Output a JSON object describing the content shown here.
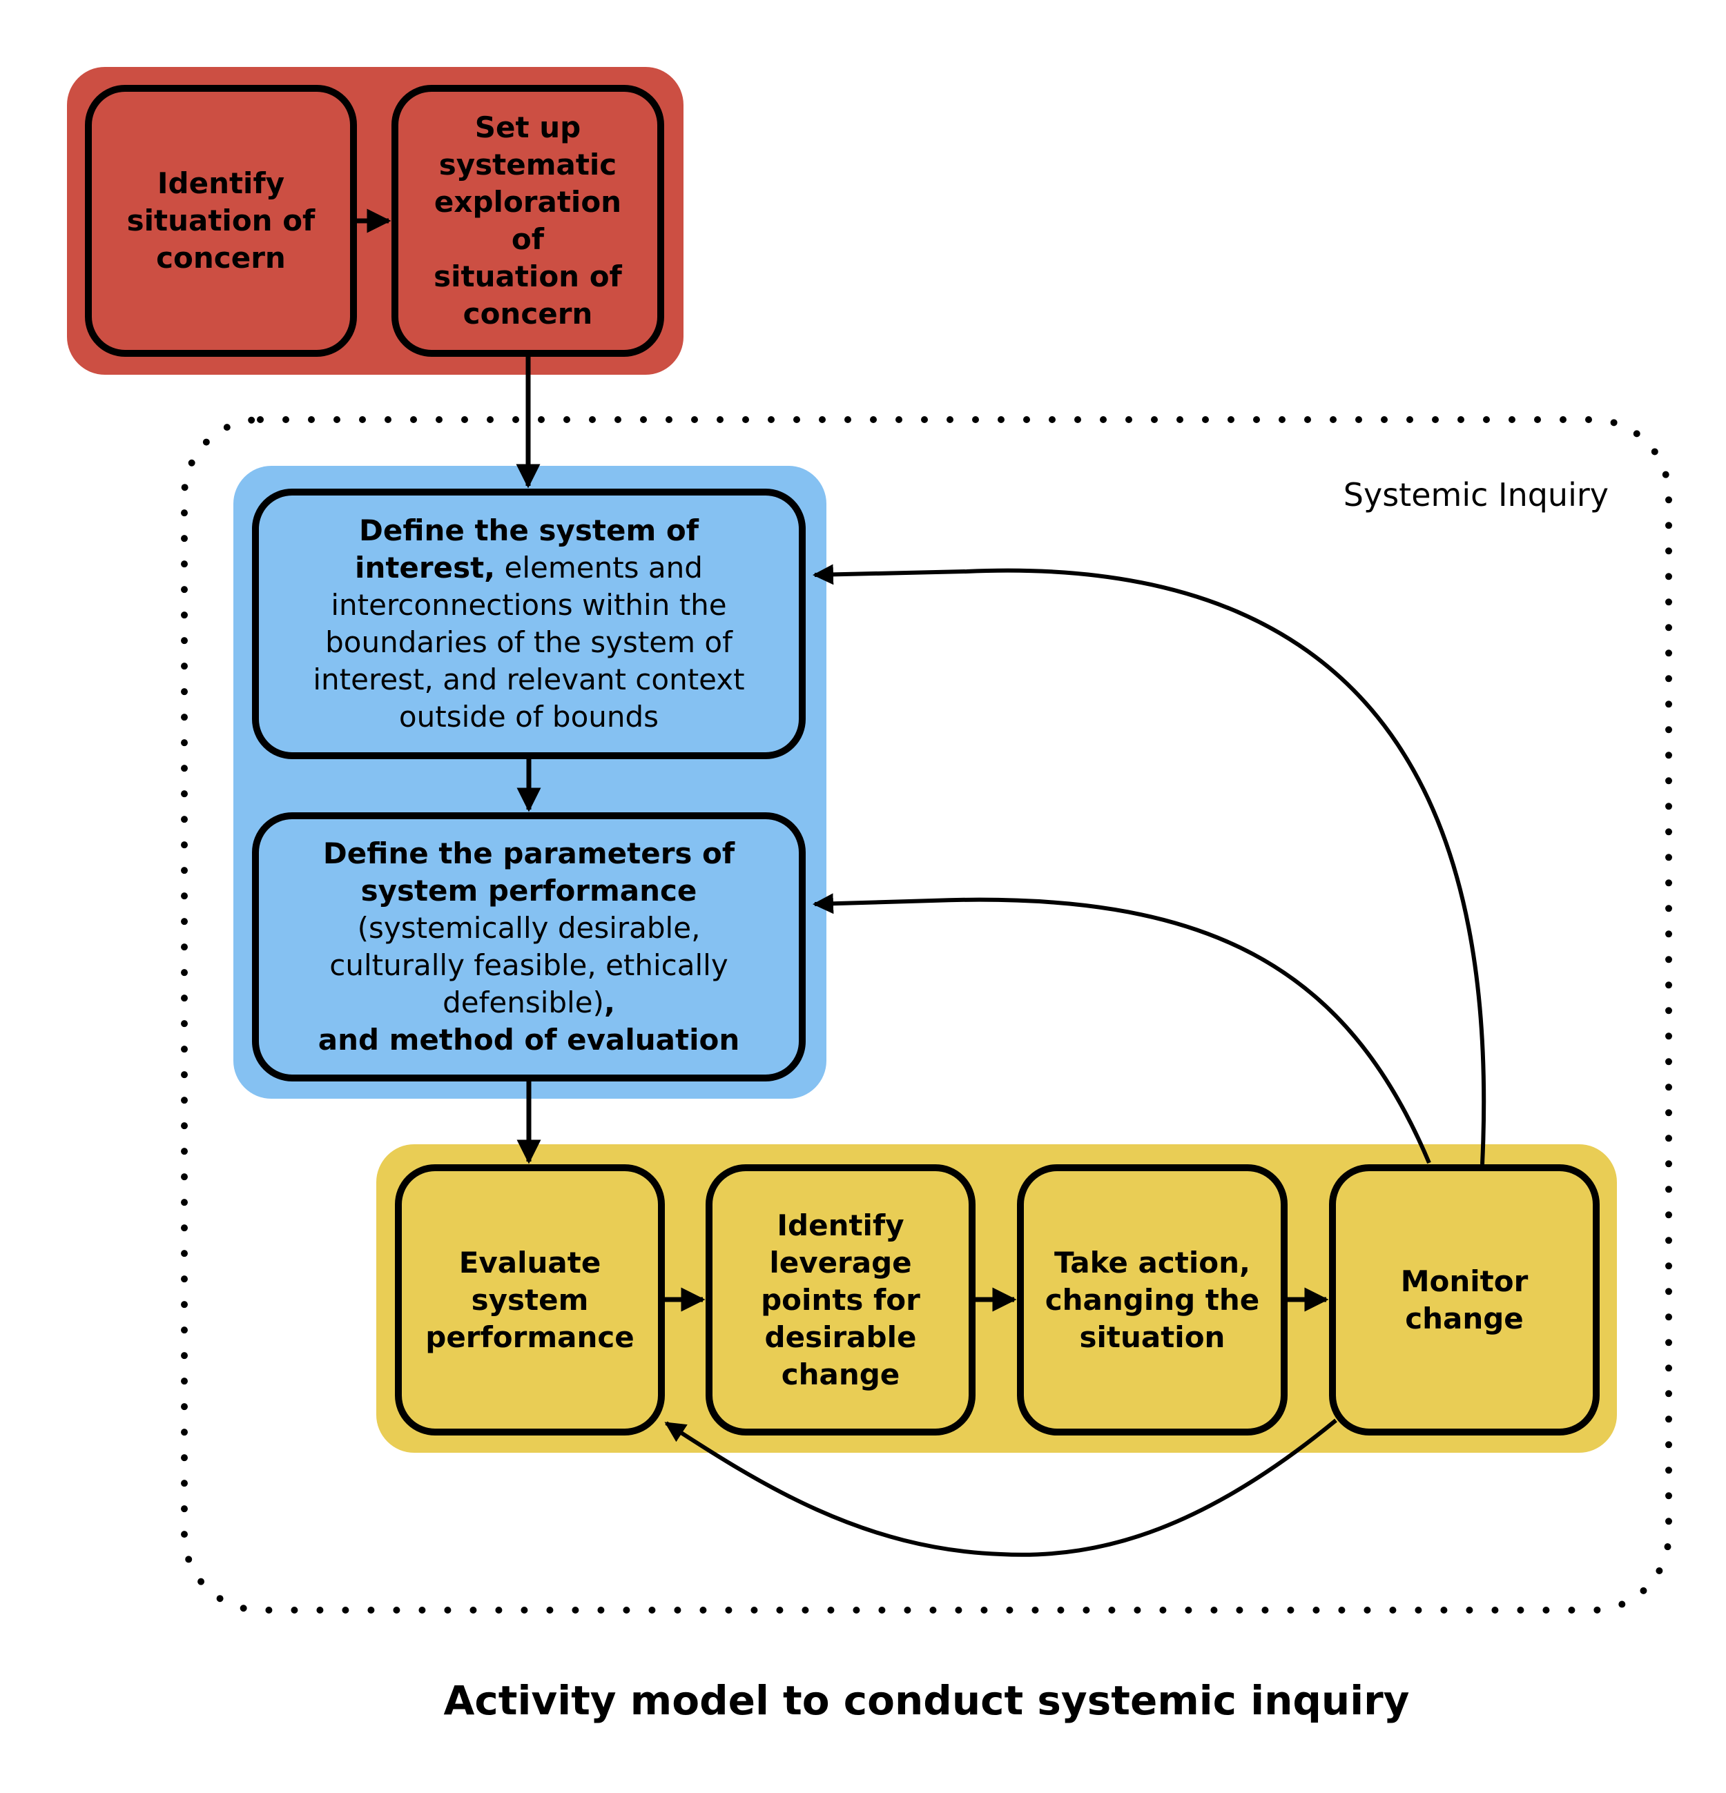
{
  "title": "Activity model to conduct systemic inquiry",
  "colors": {
    "red": "#CC4F43",
    "blue": "#85C1F2",
    "yellow": "#E9CD55",
    "stroke": "#000000"
  },
  "boundary": {
    "label": "Systemic Inquiry",
    "style": "dotted"
  },
  "groups": {
    "red": {
      "name": "situation-of-concern-group",
      "nodes": [
        {
          "id": "identify-situation",
          "lines": [
            "Identify",
            "situation of",
            "concern"
          ]
        },
        {
          "id": "set-up-exploration",
          "lines": [
            "Set up",
            "systematic",
            "exploration of",
            "situation of",
            "concern"
          ]
        }
      ]
    },
    "blue": {
      "name": "definition-group",
      "nodes": [
        {
          "id": "define-system",
          "lines": [
            {
              "bold": "Define the system of",
              "normal": ""
            },
            {
              "bold": "interest,",
              "normal": " elements and"
            },
            {
              "bold": "",
              "normal": "interconnections within the"
            },
            {
              "bold": "",
              "normal": "boundaries of the system of"
            },
            {
              "bold": "",
              "normal": "interest, and relevant context"
            },
            {
              "bold": "",
              "normal": "outside of bounds"
            }
          ]
        },
        {
          "id": "define-parameters",
          "lines": [
            {
              "bold": "Define the parameters of",
              "normal": ""
            },
            {
              "bold": "system performance",
              "normal": ""
            },
            {
              "bold": "",
              "normal": "(systemically desirable,"
            },
            {
              "bold": "",
              "normal": "culturally feasible, ethically"
            },
            {
              "bold": "",
              "normal": "defensible)",
              "bold_after": ","
            },
            {
              "bold": "and method of evaluation",
              "normal": ""
            }
          ]
        }
      ]
    },
    "yellow": {
      "name": "action-group",
      "nodes": [
        {
          "id": "evaluate-performance",
          "lines": [
            "Evaluate",
            "system",
            "performance"
          ]
        },
        {
          "id": "identify-leverage",
          "lines": [
            "Identify",
            "leverage",
            "points for",
            "desirable",
            "change"
          ]
        },
        {
          "id": "take-action",
          "lines": [
            "Take action,",
            "changing the",
            "situation"
          ]
        },
        {
          "id": "monitor-change",
          "lines": [
            "Monitor",
            "change"
          ]
        }
      ]
    }
  },
  "edges": [
    {
      "from": "identify-situation",
      "to": "set-up-exploration"
    },
    {
      "from": "set-up-exploration",
      "to": "define-system"
    },
    {
      "from": "define-system",
      "to": "define-parameters"
    },
    {
      "from": "define-parameters",
      "to": "evaluate-performance"
    },
    {
      "from": "evaluate-performance",
      "to": "identify-leverage"
    },
    {
      "from": "identify-leverage",
      "to": "take-action"
    },
    {
      "from": "take-action",
      "to": "monitor-change"
    },
    {
      "from": "monitor-change",
      "to": "define-system",
      "curved": true
    },
    {
      "from": "monitor-change",
      "to": "define-parameters",
      "curved": true
    },
    {
      "from": "monitor-change",
      "to": "evaluate-performance",
      "curved": true
    }
  ]
}
